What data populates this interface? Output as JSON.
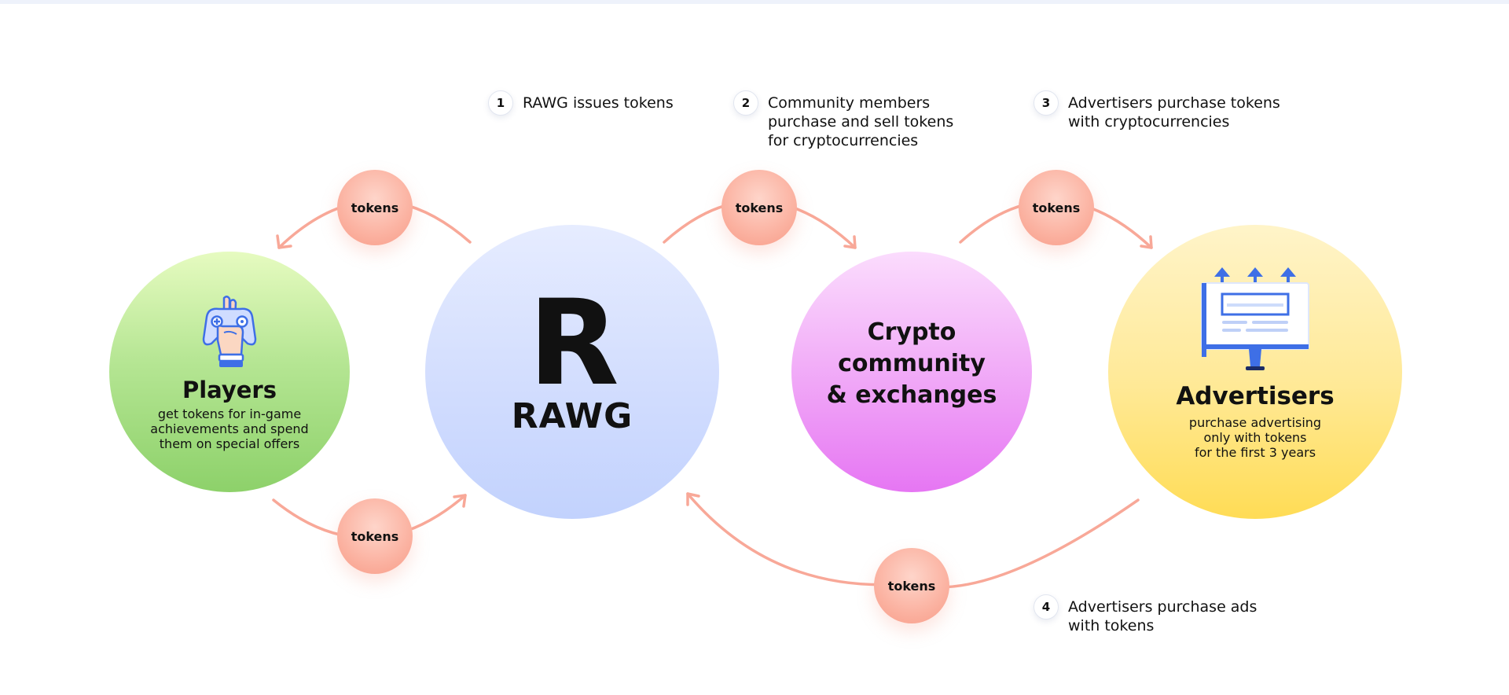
{
  "players": {
    "icon": "gamepad-hand-icon",
    "title": "Players",
    "description": "get tokens for in-game\nachievements and spend\nthem on special offers"
  },
  "rawg": {
    "logo_letter": "R",
    "name": "RAWG"
  },
  "crypto": {
    "title": "Crypto\ncommunity\n& exchanges"
  },
  "advertisers": {
    "icon": "billboard-icon",
    "title": "Advertisers",
    "description": "purchase advertising\nonly with tokens\nfor the first 3 years"
  },
  "token_label": "tokens",
  "steps": [
    {
      "number": "1",
      "text": "RAWG issues tokens"
    },
    {
      "number": "2",
      "text": "Community members\npurchase and sell tokens\nfor cryptocurrencies"
    },
    {
      "number": "3",
      "text": "Advertisers purchase tokens\nwith cryptocurrencies"
    },
    {
      "number": "4",
      "text": "Advertisers purchase ads\nwith tokens"
    }
  ],
  "colors": {
    "arrow": "#f8a898",
    "token": "#fbb2a1",
    "players": "#8dd16a",
    "rawg": "#c2d2fd",
    "crypto": "#e676f3",
    "advertisers": "#ffdc55",
    "icon_blue": "#3e6fe6"
  }
}
